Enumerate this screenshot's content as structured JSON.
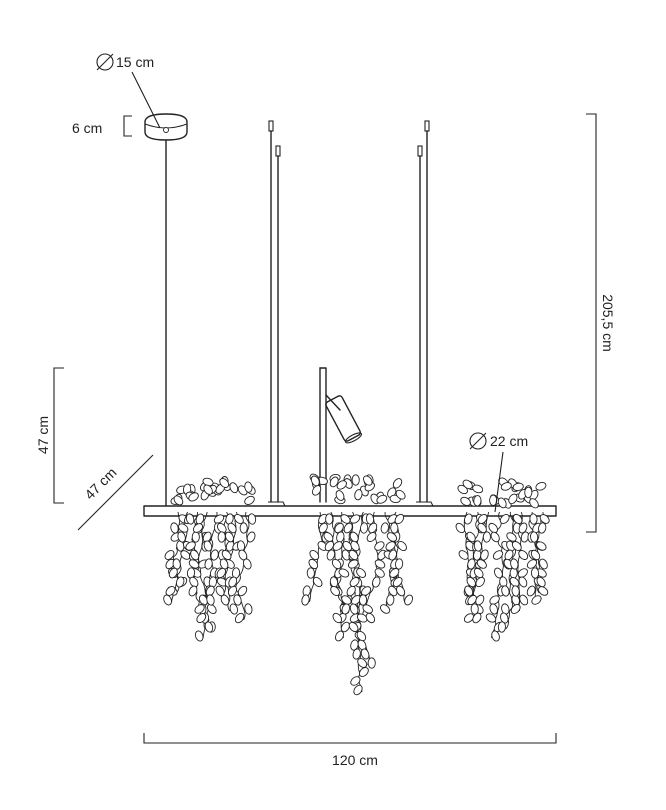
{
  "dimensions": {
    "canopy_diameter": "15 cm",
    "canopy_height": "6 cm",
    "total_height": "205,5 cm",
    "depth_height": "47 cm",
    "depth_width": "47 cm",
    "pot_diameter": "22 cm",
    "total_width": "120 cm"
  },
  "symbols": {
    "diameter": "diameter-symbol"
  },
  "icons": [
    "ceiling-canopy",
    "suspension-wire",
    "vertical-rod",
    "spotlight",
    "plant-pot",
    "hanging-foliage"
  ],
  "colors": {
    "line": "#222222",
    "background": "#ffffff"
  }
}
